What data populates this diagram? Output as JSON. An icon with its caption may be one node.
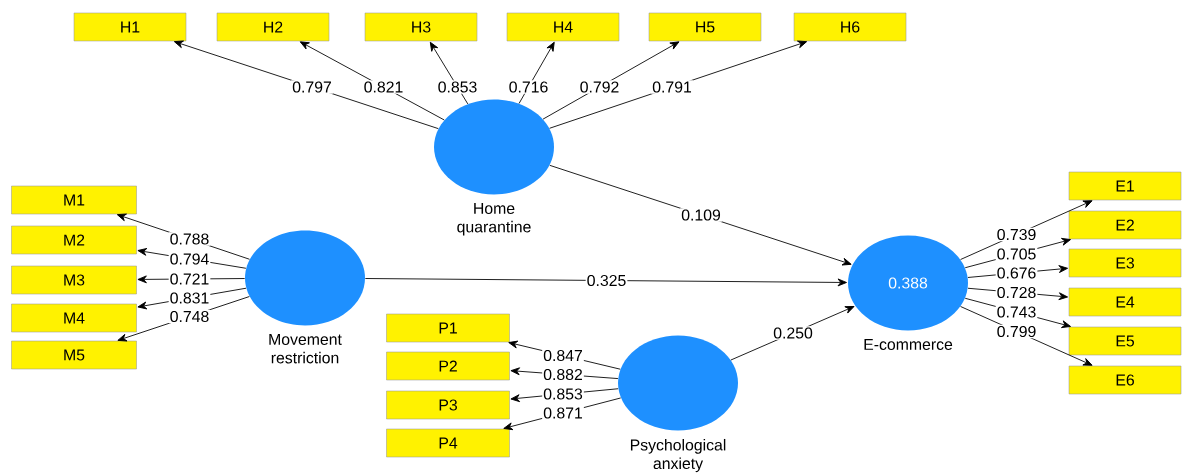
{
  "diagram": {
    "nodes": [
      {
        "text": [
          "H1"
        ]
      },
      {
        "text": [
          "H2"
        ]
      },
      {
        "text": [
          "H3"
        ]
      },
      {
        "text": [
          "H4"
        ]
      },
      {
        "text": [
          "H5"
        ]
      },
      {
        "text": [
          "H6"
        ]
      },
      {
        "text": [],
        "shape": "circle",
        "beside": [
          "Home quarantine"
        ]
      },
      {
        "text": [
          "M1"
        ]
      },
      {
        "text": [
          "M2"
        ]
      },
      {
        "text": [
          "M3"
        ]
      },
      {
        "text": [
          "M4"
        ]
      },
      {
        "text": [
          "M5"
        ]
      },
      {
        "text": [],
        "shape": "circle",
        "beside": [
          "Movement restriction"
        ]
      },
      {
        "text": [
          "E1"
        ]
      },
      {
        "text": [
          "E2"
        ]
      },
      {
        "text": [
          "E3"
        ]
      },
      {
        "text": [
          "E4"
        ]
      },
      {
        "text": [
          "E5"
        ]
      },
      {
        "text": [
          "E6"
        ]
      },
      {
        "text": [
          "0.388"
        ],
        "beside": [
          "E-commerce"
        ]
      },
      {
        "text": [
          "P1"
        ]
      },
      {
        "text": [
          "P2"
        ]
      },
      {
        "text": [
          "P3"
        ]
      },
      {
        "text": [
          "P4"
        ]
      },
      {
        "text": [],
        "shape": "circle",
        "beside": [
          "Psychological anxiety"
        ]
      }
    ],
    "edges": [
      {
        "from": 6,
        "to": 0,
        "arrow": "to",
        "label": "0.797"
      },
      {
        "from": 6,
        "to": 1,
        "arrow": "to",
        "label": "0.821"
      },
      {
        "from": 6,
        "to": 2,
        "arrow": "to",
        "label": "0.853"
      },
      {
        "from": 6,
        "to": 3,
        "arrow": "to",
        "label": "0.716"
      },
      {
        "from": 6,
        "to": 4,
        "arrow": "to",
        "label": "0.792"
      },
      {
        "from": 6,
        "to": 5,
        "arrow": "to",
        "label": "0.791"
      },
      {
        "from": 12,
        "to": 7,
        "arrow": "to",
        "label": "0.788"
      },
      {
        "from": 12,
        "to": 8,
        "arrow": "to",
        "label": "0.794"
      },
      {
        "from": 12,
        "to": 9,
        "arrow": "to",
        "label": "0.721"
      },
      {
        "from": 12,
        "to": 10,
        "arrow": "to",
        "label": "0.831"
      },
      {
        "from": 12,
        "to": 11,
        "arrow": "to",
        "label": "0.748"
      },
      {
        "from": 6,
        "to": 19,
        "arrow": "to",
        "label": "0.109"
      },
      {
        "from": 12,
        "to": 19,
        "arrow": "to",
        "label": "0.325"
      },
      {
        "from": 24,
        "to": 19,
        "arrow": "to",
        "label": "0.250"
      },
      {
        "from": 19,
        "to": 13,
        "arrow": "to",
        "label": "0.739"
      },
      {
        "from": 19,
        "to": 14,
        "arrow": "to",
        "label": "0.705"
      },
      {
        "from": 19,
        "to": 15,
        "arrow": "to",
        "label": "0.676"
      },
      {
        "from": 19,
        "to": 16,
        "arrow": "to",
        "label": "0.728"
      },
      {
        "from": 19,
        "to": 17,
        "arrow": "to",
        "label": "0.743"
      },
      {
        "from": 19,
        "to": 18,
        "arrow": "to",
        "label": "0.799"
      },
      {
        "from": 24,
        "to": 20,
        "arrow": "to",
        "label": "0.847"
      },
      {
        "from": 24,
        "to": 21,
        "arrow": "to",
        "label": "0.882"
      },
      {
        "from": 24,
        "to": 22,
        "arrow": "to",
        "label": "0.853"
      },
      {
        "from": 24,
        "to": 23,
        "arrow": "to",
        "label": "0.871"
      }
    ]
  }
}
